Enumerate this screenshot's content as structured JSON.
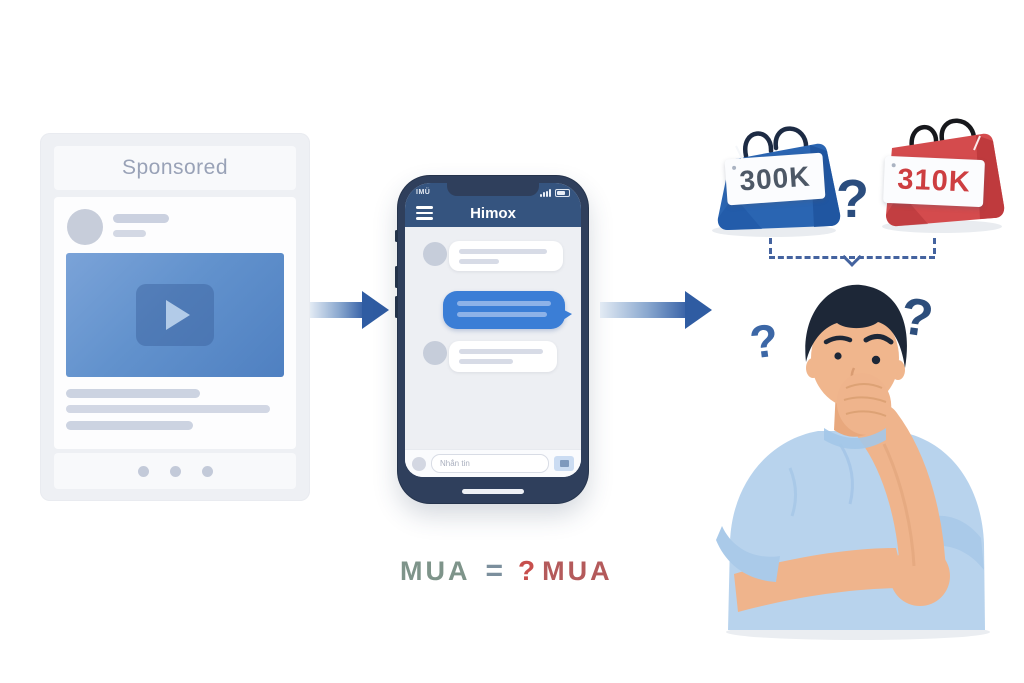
{
  "scene": {
    "background": "#ffffff"
  },
  "ad_card": {
    "sponsored_label": "Sponsored"
  },
  "phone": {
    "status": {
      "carrier": "IMÜ"
    },
    "header": {
      "title": "Himox"
    },
    "chat_input": {
      "placeholder": "Nhắn tin"
    }
  },
  "comparison": {
    "left_bag": {
      "price": "300K",
      "bag_color": "#2a65b2",
      "price_color": "#4d5866"
    },
    "right_bag": {
      "price": "310K",
      "bag_color": "#d44b4d",
      "price_color": "#cd3e41"
    },
    "question_mark": "?"
  },
  "person": {
    "question_left": "?",
    "question_right": "?"
  },
  "formula": {
    "lhs": "MUA",
    "equals": "=",
    "question": "?",
    "rhs": "MUA",
    "lhs_color": "#7e948a",
    "equals_color": "#7b8f9d",
    "question_color": "#c74f4d",
    "rhs_color": "#b45a5b"
  },
  "icons": {
    "hamburger_menu": "three-bars",
    "signal": "ascending-bars",
    "battery": "rounded-rect",
    "play": "triangle-right",
    "send": "message-send-square",
    "emoji": "circle-face",
    "arrow_right": "gradient-block-arrow",
    "home_indicator": "pill-bar",
    "shopping_bag": "trapezoid-bag-with-handles"
  }
}
